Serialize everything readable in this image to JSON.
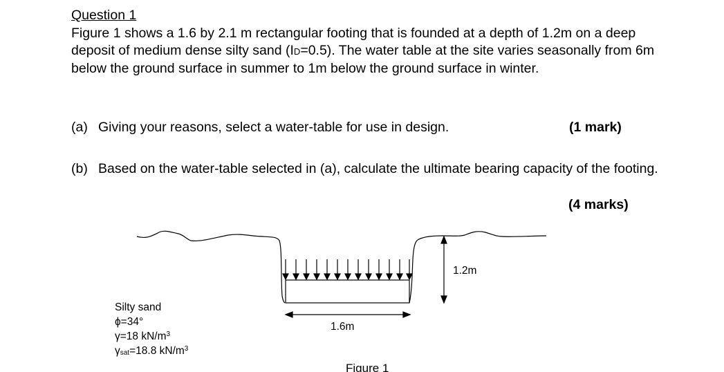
{
  "question": {
    "title": "Question 1",
    "body_prefix": "Figure 1 shows a 1.6 by 2.1 m rectangular footing that is founded at a depth of 1.2m on a deep deposit of medium dense silty sand (I",
    "body_sub": "D",
    "body_suffix": "=0.5). The water table at the site varies seasonally from 6m below the ground surface in summer to 1m below the ground surface in winter."
  },
  "parts": [
    {
      "label": "(a)",
      "text": "Giving your reasons, select a water-table for use in design.",
      "marks": "(1 mark)"
    },
    {
      "label": "(b)",
      "text": "Based on the water-table selected in (a), calculate the ultimate bearing capacity of the footing.",
      "marks": "(4 marks)"
    }
  ],
  "figure": {
    "depth_label": "1.2m",
    "width_label": "1.6m",
    "caption": "Figure 1",
    "soil": {
      "name": "Silty sand",
      "phi": "ϕ=34°",
      "gamma": "γ=18 kN/m",
      "gamma_exp": "3",
      "gamma_sat_symbol": "γ",
      "gamma_sat_sub": "sat",
      "gamma_sat_value": "=18.8 kN/m",
      "gamma_sat_exp": "3"
    }
  }
}
